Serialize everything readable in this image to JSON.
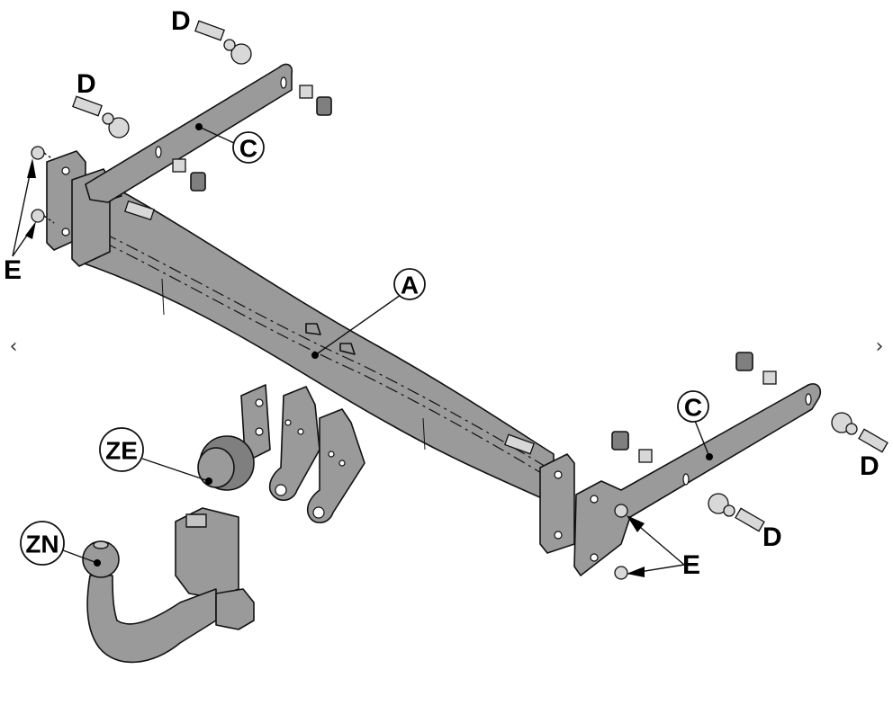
{
  "carousel": {
    "prev_label": "‹",
    "next_label": "›",
    "prev_icon": "chevron-left-icon",
    "next_icon": "chevron-right-icon"
  },
  "diagram": {
    "title": "Towbar exploded assembly view",
    "colors": {
      "part_fill": "#9a9a9a",
      "outline": "#111111",
      "background": "#ffffff"
    },
    "callouts": [
      {
        "id": "A",
        "label": "A",
        "part": "crossbar"
      },
      {
        "id": "C1",
        "label": "C",
        "part": "left-side-bracket"
      },
      {
        "id": "C2",
        "label": "C",
        "part": "right-side-bracket"
      },
      {
        "id": "ZE",
        "label": "ZE",
        "part": "electrical-socket-unit"
      },
      {
        "id": "ZN",
        "label": "ZN",
        "part": "detachable-tow-ball-neck"
      }
    ],
    "labels": [
      {
        "id": "D1",
        "label": "D",
        "part": "bolt-set-top"
      },
      {
        "id": "D2",
        "label": "D",
        "part": "bolt-set-upper-left"
      },
      {
        "id": "D3",
        "label": "D",
        "part": "bolt-set-right-upper"
      },
      {
        "id": "D4",
        "label": "D",
        "part": "bolt-set-right-lower"
      },
      {
        "id": "E1",
        "label": "E",
        "part": "nuts-left"
      },
      {
        "id": "E2",
        "label": "E",
        "part": "nuts-right"
      }
    ]
  }
}
